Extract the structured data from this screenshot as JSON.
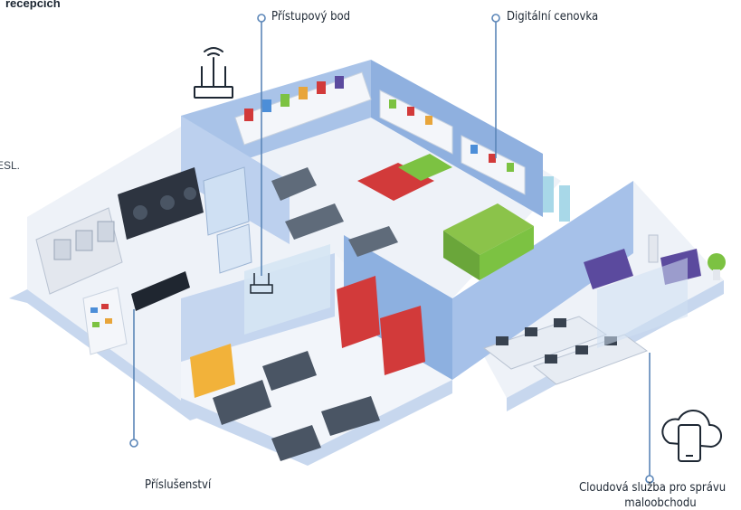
{
  "clipped_heading": "recepcích",
  "clipped_text": "ESL.",
  "callouts": {
    "access_point": "Přístupový bod",
    "digital_price_tag": "Digitální cenovka",
    "accessories": "Příslušenství",
    "cloud_line1": "Cloudová služba pro správu",
    "cloud_line2": "maloobchodu"
  },
  "colors": {
    "callout_line": "#5b86b8",
    "floor": "#e9eef5",
    "wall": "#9ebbe3",
    "wall_dark": "#7fa2d6",
    "accent_green": "#7cc242",
    "accent_red": "#d23a3a",
    "accent_purple": "#5b4a9e"
  },
  "icons": [
    "wifi-router-icon",
    "cloud-phone-icon"
  ]
}
